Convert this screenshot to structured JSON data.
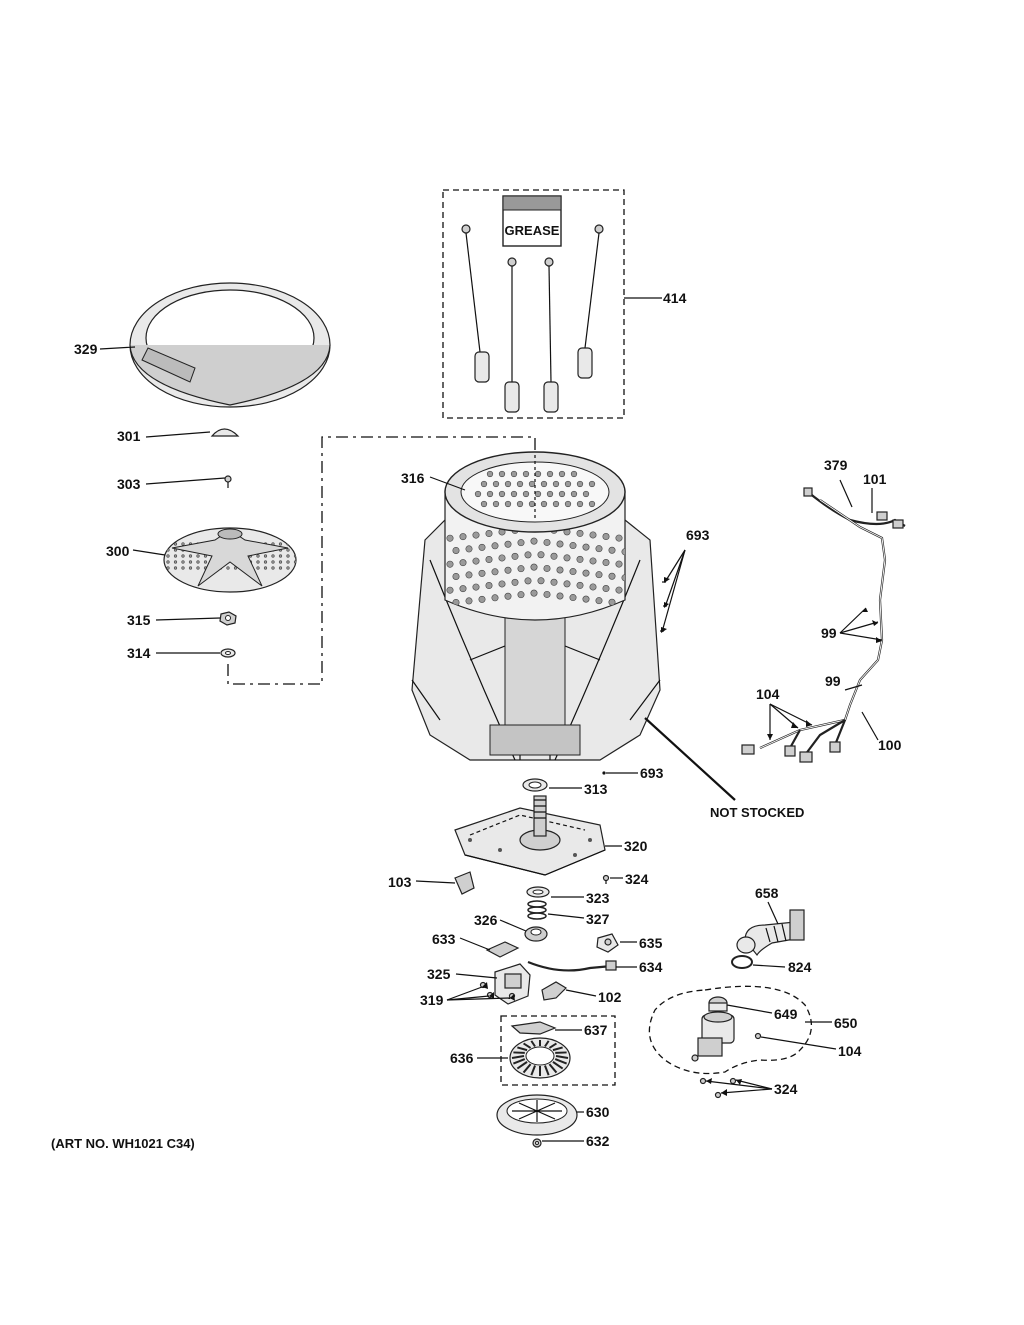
{
  "labels": {
    "l329": "329",
    "l301": "301",
    "l303": "303",
    "l300": "300",
    "l315": "315",
    "l314": "314",
    "l414": "414",
    "l316": "316",
    "l693a": "693",
    "l693b": "693",
    "l379": "379",
    "l101": "101",
    "l99a": "99",
    "l99b": "99",
    "l104a": "104",
    "l100": "100",
    "l313": "313",
    "l320": "320",
    "l324a": "324",
    "l103": "103",
    "l323": "323",
    "l327": "327",
    "l326": "326",
    "l633": "633",
    "l635": "635",
    "l634": "634",
    "l325": "325",
    "l319": "319",
    "l102": "102",
    "l637": "637",
    "l636": "636",
    "l630": "630",
    "l632": "632",
    "l658": "658",
    "l824": "824",
    "l649": "649",
    "l650": "650",
    "l104b": "104",
    "l324b": "324"
  },
  "grease_label": "GREASE",
  "not_stocked": "NOT STOCKED",
  "art_no": "(ART NO. WH1021 C34)"
}
